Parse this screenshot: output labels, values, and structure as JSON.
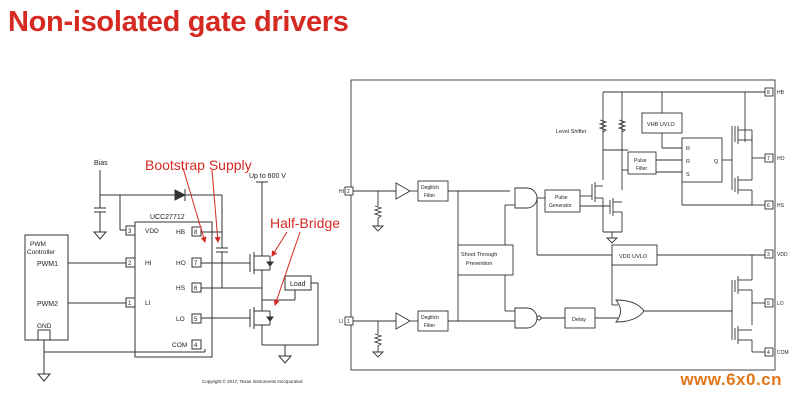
{
  "title": "Non-isolated gate drivers",
  "left": {
    "bias": "Bias",
    "bootstrap": "Bootstrap Supply",
    "halfbridge": "Half-Bridge",
    "upto": "Up to 600 V",
    "chip": "UCC27712",
    "controller": [
      "PWM",
      "Controller"
    ],
    "pwm1": "PWM1",
    "pwm2": "PWM2",
    "gnd": "GND",
    "load": "Load",
    "pins_left": [
      {
        "num": "3",
        "name": "VDD"
      },
      {
        "num": "2",
        "name": "HI"
      },
      {
        "num": "1",
        "name": "LI"
      }
    ],
    "pins_right": [
      {
        "num": "8",
        "name": "HB"
      },
      {
        "num": "7",
        "name": "HO"
      },
      {
        "num": "6",
        "name": "HS"
      },
      {
        "num": "5",
        "name": "LO"
      },
      {
        "num": "4",
        "name": "COM"
      }
    ],
    "copyright": "Copyright © 2017, Texas Instruments Incorporated"
  },
  "right": {
    "deglitch": [
      "Deglitch",
      "Filter"
    ],
    "shoot": [
      "Shoot Through",
      "Prevention"
    ],
    "pulsegen": [
      "Pulse",
      "Generator"
    ],
    "levelshifter": "Level Shifter",
    "vhb": "VHB UVLO",
    "pulsefilter": [
      "Pulse",
      "Filter"
    ],
    "rs": [
      "R",
      "R",
      "S"
    ],
    "q": "Q",
    "vdduvlo": "VDD UVLO",
    "delay": "Delay",
    "pins": [
      {
        "num": "8",
        "name": "HB"
      },
      {
        "num": "7",
        "name": "HO"
      },
      {
        "num": "6",
        "name": "HS"
      },
      {
        "num": "3",
        "name": "VDD"
      },
      {
        "num": "5",
        "name": "LO"
      },
      {
        "num": "4",
        "name": "COM"
      },
      {
        "num": "2",
        "name": "HI"
      },
      {
        "num": "1",
        "name": "LI"
      }
    ]
  },
  "watermark": "www.6x0.cn"
}
